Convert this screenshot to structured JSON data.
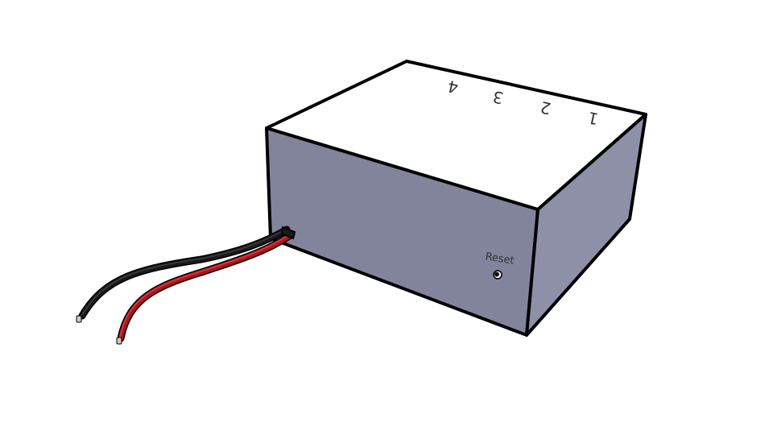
{
  "colors": {
    "background": "#ffffff",
    "box_top": "#ffffff",
    "box_front": "#82849c",
    "box_side": "#8e90a8",
    "outline": "#000000",
    "label_text": "#333333",
    "wire_black": "#1a1a1a",
    "wire_red": "#b0141a",
    "wire_tip": "#c8c8c8",
    "reset_hole": "#111111"
  },
  "device": {
    "top_labels": [
      "1",
      "2",
      "3",
      "4"
    ],
    "reset_label": "Reset"
  },
  "icons": {
    "reset_button": "reset-hole-icon",
    "cable": "two-wire-cable-icon"
  }
}
